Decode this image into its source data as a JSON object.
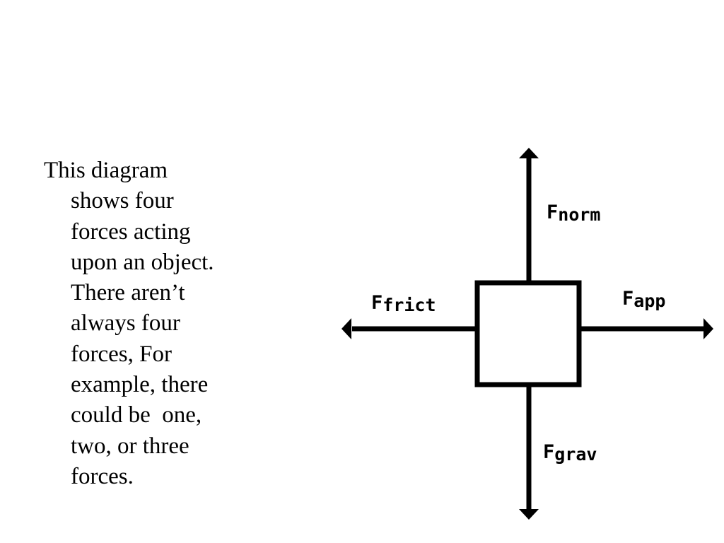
{
  "caption_lines": [
    "This diagram",
    "shows four",
    "forces acting",
    "upon an object.",
    "There aren’t",
    "always four",
    "forces, For",
    "example, there",
    "could be  one,",
    "two, or three",
    "forces."
  ],
  "forces": {
    "normal": {
      "symbol": "F",
      "subscript": "norm"
    },
    "applied": {
      "symbol": "F",
      "subscript": "app"
    },
    "friction": {
      "symbol": "F",
      "subscript": "frict"
    },
    "gravity": {
      "symbol": "F",
      "subscript": "grav"
    }
  }
}
